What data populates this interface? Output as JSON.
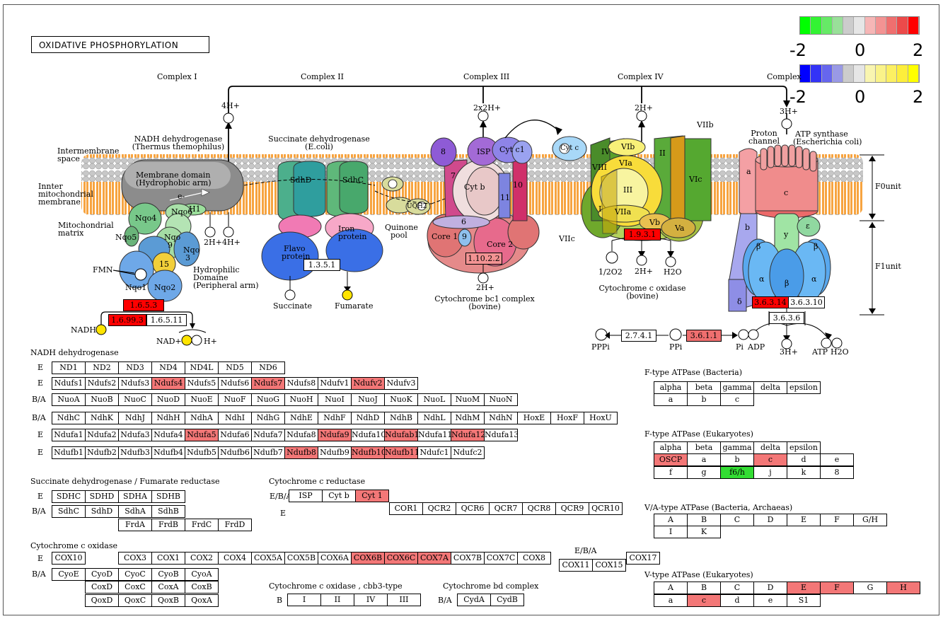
{
  "title": "OXIDATIVE PHOSPHORYLATION",
  "legend": {
    "colors_top": [
      "#00ff00",
      "#33f333",
      "#66ea66",
      "#99e099",
      "#cccccc",
      "#e6e6e6",
      "#f6b6b6",
      "#f39393",
      "#ef6f6f",
      "#ec4a4a",
      "#ff0000"
    ],
    "colors_bottom": [
      "#0000ff",
      "#3333f6",
      "#6666ee",
      "#9999e6",
      "#cccccc",
      "#e6e6e6",
      "#f9f5b0",
      "#faf389",
      "#fcf062",
      "#fdee3b",
      "#ffff00"
    ],
    "top_min": "-2",
    "top_mid": "0",
    "top_max": "2",
    "bot_min": "-2",
    "bot_mid": "0",
    "bot_max": "2"
  },
  "complexes": {
    "c1": "Complex I",
    "c2": "Complex II",
    "c3": "Complex III",
    "c4": "Complex IV",
    "c5": "Complex"
  },
  "protons": {
    "p_c1": "4H+",
    "p_c3": "2x2H+",
    "p_c4": "2H+",
    "p_c5": "3H+",
    "p_c1b": "2H+",
    "p_c1c": "4H+",
    "p_c3b": "2H+",
    "p_c4b": "2H+",
    "p_c5b": "3H+",
    "p_nad": "H+"
  },
  "membrane": {
    "intermembrane": [
      "Intermembrane",
      "space"
    ],
    "inner": [
      "Innter",
      "mitochondrial",
      "membrane"
    ],
    "matrix": [
      "Mitochondrial",
      "matrix"
    ]
  },
  "complex1": {
    "name": "NADH dehydrogenase",
    "species": "(Thermus themophilus)",
    "membrane_domain": [
      "Membrane domain",
      "(Hydrophobic arm)"
    ],
    "e_label": "e-",
    "hydrophilic": [
      "Hydrophilic",
      "Domaine",
      "(Peripheral arm)"
    ],
    "subunits": {
      "nqo4": "Nqo4",
      "nqo6": "Nqo6",
      "h1": "H1",
      "nqo": "Nqo",
      "nine": "9",
      "nqo5": "Nqo5",
      "nqo3": "Nqo",
      "three": "3",
      "fifteen": "15",
      "nqo1": "Nqo1",
      "nqo2": "Nqo2"
    },
    "fmn": "FMN",
    "ec_a": "1.6.5.3",
    "ec_b": "1.6.99.3",
    "ec_c": "1.6.5.11",
    "nadh": "NADH",
    "nad": "NAD+"
  },
  "complex2": {
    "name": "Succinate dehydrogenase",
    "species": "(E.coli)",
    "sdhd": "SdhD",
    "sdhc": "SdhC",
    "iron": [
      "Iron",
      "protein"
    ],
    "flavo": [
      "Flavo",
      "protein"
    ],
    "ec": "1.3.5.1",
    "succinate": "Succinate",
    "fumarate": "Fumarate",
    "quinone": [
      "Quinone",
      "pool"
    ],
    "q": "Q",
    "uq": "UQH2"
  },
  "complex3": {
    "sub_8": "8",
    "isp": "ISP",
    "cyt_c1": "Cyt c1",
    "sub_7": "7",
    "cytb": "Cyt b",
    "sub_10": "10",
    "sub_11": "11",
    "sub_6": "6",
    "sub_9": "9",
    "core1": "Core 1",
    "core2": "Core 2",
    "ec": "1.10.2.2",
    "name": "Cytochrome bc1 complex",
    "species": "(bovine)",
    "cytc": "Cyt c"
  },
  "complex4": {
    "viib": "VIIb",
    "vib": "VIb",
    "ii": "II",
    "iv": "IV",
    "viii": "VIII",
    "via": "VIa",
    "iii": "III",
    "vic": "VIc",
    "i": "I",
    "viia": "VIIa",
    "vb": "Vb",
    "va": "Va",
    "viic": "VIIc",
    "ec": "1.9.3.1",
    "o2": "1/2O2",
    "h2o": "H2O",
    "name": "Cytochrome c oxidase",
    "species": "(bovine)"
  },
  "complex5": {
    "proton_channel": [
      "Proton",
      "channel"
    ],
    "atp_synthase": [
      "ATP synthase",
      "(Escherichia coli)"
    ],
    "a": "a",
    "c": "c",
    "b": "b",
    "y": "y",
    "eps": "ε",
    "alpha": "α",
    "beta": "β",
    "delta": "δ",
    "f0": "F0unit",
    "f1": "F1unit",
    "ec_a": "3.6.3.14",
    "ec_b": "3.6.3.10",
    "ec_c": "3.6.3.6",
    "atp": "ATP",
    "h2o": "H2O",
    "ec_d": "2.7.4.1",
    "ec_e": "3.6.1.1",
    "pppi": "PPPi",
    "ppi": "PPi",
    "pi": "Pi",
    "adp": "ADP"
  },
  "gene_tables": {
    "nadh_title": "NADH dehydrogenase",
    "nadh_rows": [
      {
        "label": "E",
        "cells": [
          "ND1",
          "ND2",
          "ND3",
          "ND4",
          "ND4L",
          "ND5",
          "ND6"
        ],
        "hl": []
      },
      {
        "label": "E",
        "cells": [
          "Ndufs1",
          "Ndufs2",
          "Ndufs3",
          "Ndufs4",
          "Ndufs5",
          "Ndufs6",
          "Ndufs7",
          "Ndufs8",
          "Ndufv1",
          "Ndufv2",
          "Ndufv3"
        ],
        "hl": [
          3,
          6,
          9
        ]
      },
      {
        "label": "B/A",
        "cells": [
          "NuoA",
          "NuoB",
          "NuoC",
          "NuoD",
          "NuoE",
          "NuoF",
          "NuoG",
          "NuoH",
          "NuoI",
          "NuoJ",
          "NuoK",
          "NuoL",
          "NuoM",
          "NuoN"
        ],
        "hl": []
      },
      {
        "label": "B/A",
        "cells": [
          "NdhC",
          "NdhK",
          "NdhJ",
          "NdhH",
          "NdhA",
          "NdhI",
          "NdhG",
          "NdhE",
          "NdhF",
          "NdhD",
          "NdhB",
          "NdhL",
          "NdhM",
          "NdhN",
          "HoxE",
          "HoxF",
          "HoxU"
        ],
        "hl": []
      },
      {
        "label": "E",
        "cells": [
          "Ndufa1",
          "Ndufa2",
          "Ndufa3",
          "Ndufa4",
          "Ndufa5",
          "Ndufa6",
          "Ndufa7",
          "Ndufa8",
          "Ndufa9",
          "Ndufa10",
          "Ndufab1",
          "Ndufa11",
          "Ndufa12",
          "Ndufa13"
        ],
        "hl": [
          4,
          8,
          10,
          12
        ]
      },
      {
        "label": "E",
        "cells": [
          "Ndufb1",
          "Ndufb2",
          "Ndufb3",
          "Ndufb4",
          "Ndufb5",
          "Ndufb6",
          "Ndufb7",
          "Ndufb8",
          "Ndufb9",
          "Ndufb10",
          "Ndufb11",
          "Ndufc1",
          "Ndufc2"
        ],
        "hl": [
          7,
          9,
          10
        ]
      }
    ],
    "sdh_title": "Succinate dehydrogenase / Fumarate reductase",
    "sdh_rows": [
      {
        "label": "E",
        "cells": [
          "SDHC",
          "SDHD",
          "SDHA",
          "SDHB"
        ],
        "hl": []
      },
      {
        "label": "B/A",
        "cells": [
          "SdhC",
          "SdhD",
          "SdhA",
          "SdhB"
        ],
        "hl": []
      },
      {
        "label": "",
        "cells": [
          "FrdA",
          "FrdB",
          "FrdC",
          "FrdD"
        ],
        "hl": []
      }
    ],
    "cycr_title": "Cytochrome c reductase",
    "cycr_row1": {
      "label": "E/B/A",
      "cells": [
        "ISP",
        "Cyt b",
        "Cyt 1"
      ],
      "hl": [
        2
      ]
    },
    "cycr_row2": {
      "label": "E",
      "cells": [
        "COR1",
        "QCR2",
        "QCR6",
        "QCR7",
        "QCR8",
        "QCR9",
        "QCR10"
      ],
      "hl": []
    },
    "cox_title": "Cytochrome c oxidase",
    "cox_row1_label": "E",
    "cox_row1a": [
      "COX10"
    ],
    "cox_row1b": {
      "cells": [
        "COX3",
        "COX1",
        "COX2",
        "COX4",
        "COX5A",
        "COX5B",
        "COX6A",
        "COX6B",
        "COX6C",
        "COX7A",
        "COX7B",
        "COX7C",
        "COX8"
      ],
      "hl": [
        7,
        8,
        9
      ]
    },
    "cox_eba": "E/B/A",
    "cox_row1c": [
      "COX11",
      "COX15"
    ],
    "cox_row1d": [
      "COX17"
    ],
    "cox_ba_label": "B/A",
    "cox_ba_rows": [
      [
        "CyoE",
        "CyoD",
        "CyoC",
        "CyoB",
        "CyoA"
      ],
      [
        "",
        "CoxD",
        "CoxC",
        "CoxA",
        "CoxB"
      ],
      [
        "",
        "QoxD",
        "QoxC",
        "QoxB",
        "QoxA"
      ]
    ],
    "cbb3_title": "Cytochrome c oxidase , cbb3-type",
    "cbb3_row": {
      "label": "B",
      "cells": [
        "I",
        "II",
        "IV",
        "III"
      ]
    },
    "bd_title": "Cytochrome bd complex",
    "bd_row": {
      "label": "B/A",
      "cells": [
        "CydA",
        "CydB"
      ]
    },
    "fb_title": "F-type ATPase (Bacteria)",
    "fb_rows": [
      [
        "alpha",
        "beta",
        "gamma",
        "delta",
        "epsilon"
      ],
      [
        "a",
        "b",
        "c"
      ]
    ],
    "fe_title": "F-type ATPase (Eukaryotes)",
    "fe_rows": [
      {
        "cells": [
          "alpha",
          "beta",
          "gamma",
          "delta",
          "epsilon"
        ],
        "hl": []
      },
      {
        "cells": [
          "OSCP",
          "a",
          "b",
          "c",
          "d",
          "e"
        ],
        "hl": [
          0,
          3
        ]
      },
      {
        "cells": [
          "f",
          "g",
          "f6/h",
          "j",
          "k",
          "8"
        ],
        "hl": [],
        "green": [
          2
        ]
      }
    ],
    "va_title": "V/A-type ATPase (Bacteria, Archaeas)",
    "va_rows": [
      [
        "A",
        "B",
        "C",
        "D",
        "E",
        "F",
        "G/H"
      ],
      [
        "I",
        "K"
      ]
    ],
    "ve_title": "V-type ATPase (Eukaryotes)",
    "ve_rows": [
      {
        "cells": [
          "A",
          "B",
          "C",
          "D",
          "E",
          "F",
          "G",
          "H"
        ],
        "hl": [
          4,
          5,
          7
        ]
      },
      {
        "cells": [
          "a",
          "c",
          "d",
          "e",
          "S1"
        ],
        "hl": [
          1
        ]
      }
    ]
  }
}
